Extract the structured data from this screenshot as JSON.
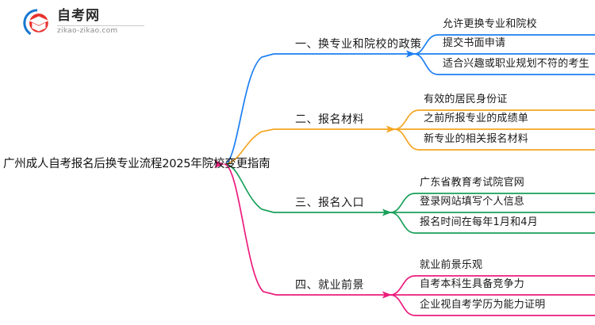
{
  "logo": {
    "name_cn": "自考网",
    "url": "zikao-zikao.com",
    "icon": "graduation-cap-icon"
  },
  "mindmap": {
    "root": {
      "label": "广州成人自考报名后换专业流程2025年院校变更指南"
    },
    "branches": [
      {
        "index": "1",
        "label": "一、换专业和院校的政策",
        "color": "#1c7ff2",
        "children": [
          {
            "label": "允许更换专业和院校"
          },
          {
            "label": "提交书面申请"
          },
          {
            "label": "适合兴趣或职业规划不符的考生"
          }
        ]
      },
      {
        "index": "2",
        "label": "二、报名材料",
        "color": "#f5a623",
        "children": [
          {
            "label": "有效的居民身份证"
          },
          {
            "label": "之前所报专业的成绩单"
          },
          {
            "label": "新专业的相关报名材料"
          }
        ]
      },
      {
        "index": "3",
        "label": "三、报名入口",
        "color": "#19a05a",
        "children": [
          {
            "label": "广东省教育考试院官网"
          },
          {
            "label": "登录网站填写个人信息"
          },
          {
            "label": "报名时间在每年1月和4月"
          }
        ]
      },
      {
        "index": "4",
        "label": "四、就业前景",
        "color": "#ec1c7d",
        "children": [
          {
            "label": "就业前景乐观"
          },
          {
            "label": "自考本科生具备竞争力"
          },
          {
            "label": "企业视自考学历为能力证明"
          }
        ]
      }
    ]
  }
}
